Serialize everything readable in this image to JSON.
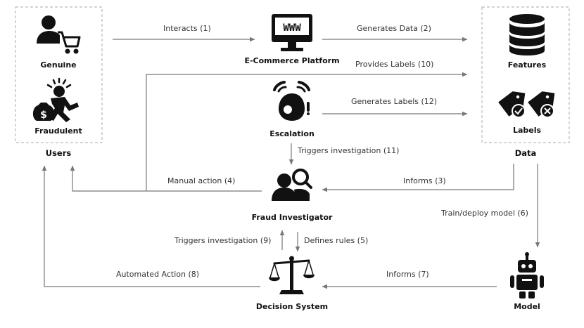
{
  "groups": {
    "users": "Users",
    "data": "Data"
  },
  "nodes": {
    "genuine": "Genuine",
    "fraudulent": "Fraudulent",
    "ecommerce": "E-Commerce Platform",
    "escalation": "Escalation",
    "features": "Features",
    "labels": "Labels",
    "fraud_investigator": "Fraud Investigator",
    "decision_system": "Decision System",
    "model": "Model"
  },
  "edges": {
    "e1": "Interacts (1)",
    "e2": "Generates Data (2)",
    "e10": "Provides Labels (10)",
    "e12": "Generates  Labels (12)",
    "e11": "Triggers investigation (11)",
    "e4": "Manual action (4)",
    "e3": "Informs (3)",
    "e6": "Train/deploy model (6)",
    "e9": "Triggers investigation (9)",
    "e5": "Defines rules (5)",
    "e8": "Automated Action (8)",
    "e7": "Informs (7)"
  },
  "icons": {
    "genuine": "user-cart-icon",
    "fraudulent": "thief-money-icon",
    "ecommerce": "monitor-www-icon",
    "escalation": "alarm-bell-icon",
    "features": "database-icon",
    "labels": "tags-icon",
    "fraud_investigator": "investigator-icon",
    "decision_system": "scales-icon",
    "model": "robot-icon"
  },
  "colors": {
    "edge": "#777777",
    "icon": "#111111",
    "group_border": "#aaaaaa"
  }
}
